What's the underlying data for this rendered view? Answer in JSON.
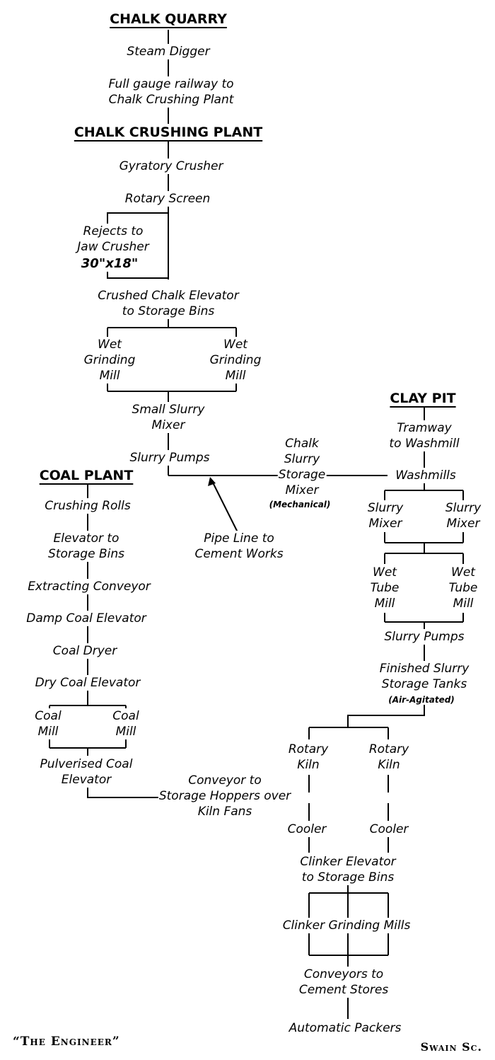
{
  "headings": {
    "chalk_quarry": "CHALK QUARRY",
    "chalk_crushing_plant": "CHALK CRUSHING PLANT",
    "clay_pit": "CLAY PIT",
    "coal_plant": "COAL PLANT"
  },
  "chalk_line": {
    "steam_digger": "Steam Digger",
    "railway": "Full gauge railway to\nChalk Crushing Plant",
    "gyratory_crusher": "Gyratory Crusher",
    "rotary_screen": "Rotary Screen",
    "rejects": "Rejects to\nJaw Crusher",
    "jaw_size": "30\"x18\"",
    "elevator": "Crushed Chalk Elevator\nto Storage Bins",
    "wet_mill_left": "Wet\nGrinding\nMill",
    "wet_mill_right": "Wet\nGrinding\nMill",
    "small_mixer": "Small Slurry\nMixer",
    "slurry_pumps": "Slurry Pumps"
  },
  "storage_mixer": {
    "label": "Chalk\nSlurry\nStorage\nMixer",
    "note": "(Mechanical)"
  },
  "pipe_line": "Pipe Line to\nCement Works",
  "clay_line": {
    "tramway": "Tramway\nto Washmill",
    "washmills": "Washmills",
    "slurry_mixer_left": "Slurry\nMixer",
    "slurry_mixer_right": "Slurry\nMixer",
    "tube_mill_left": "Wet\nTube\nMill",
    "tube_mill_right": "Wet\nTube\nMill",
    "slurry_pumps": "Slurry Pumps",
    "finished_tanks": "Finished Slurry\nStorage Tanks",
    "tanks_note": "(Air-Agitated)"
  },
  "coal_line": {
    "crushing_rolls": "Crushing Rolls",
    "elevator_bins": "Elevator to\nStorage Bins",
    "extracting_conveyor": "Extracting Conveyor",
    "damp_elevator": "Damp Coal Elevator",
    "coal_dryer": "Coal Dryer",
    "dry_elevator": "Dry Coal Elevator",
    "coal_mill_left": "Coal\nMill",
    "coal_mill_right": "Coal\nMill",
    "pulverised_elevator": "Pulverised Coal\nElevator",
    "conveyor_hoppers": "Conveyor to\nStorage Hoppers over\nKiln Fans"
  },
  "kiln_line": {
    "rotary_kiln_left": "Rotary\nKiln",
    "rotary_kiln_right": "Rotary\nKiln",
    "cooler_left": "Cooler",
    "cooler_right": "Cooler",
    "clinker_elevator": "Clinker Elevator\nto Storage Bins",
    "clinker_mills": "Clinker Grinding Mills",
    "conveyors_stores": "Conveyors to\nCement Stores",
    "packers": "Automatic Packers"
  },
  "captions": {
    "publication": "“The Engineer”",
    "engraver": "Swain Sc."
  }
}
